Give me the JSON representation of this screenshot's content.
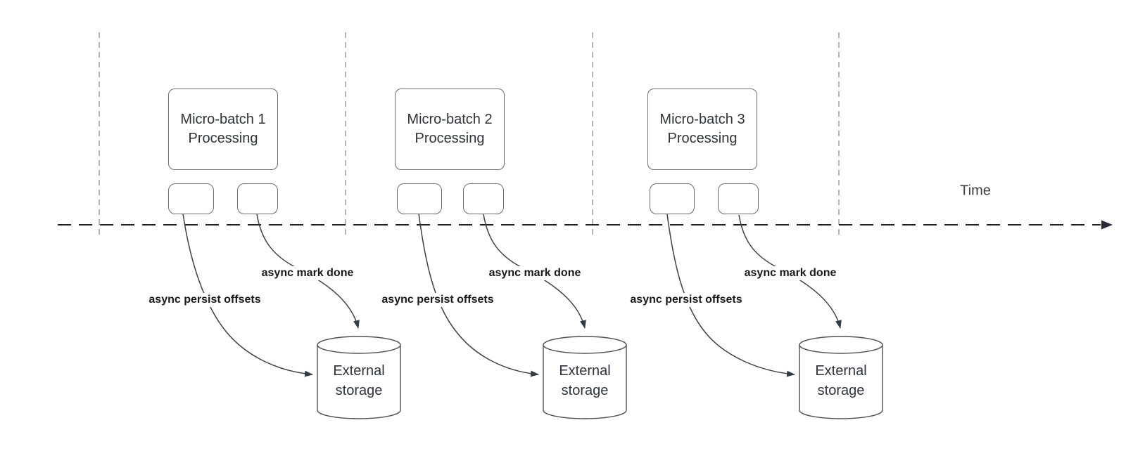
{
  "diagram": {
    "time_axis_label": "Time",
    "groups": [
      {
        "box_label": "Micro-batch 1 Processing",
        "persist_label": "async persist offsets",
        "markdone_label": "async mark done",
        "storage_label": "External storage"
      },
      {
        "box_label": "Micro-batch 2 Processing",
        "persist_label": "async persist offsets",
        "markdone_label": "async mark done",
        "storage_label": "External storage"
      },
      {
        "box_label": "Micro-batch 3 Processing",
        "persist_label": "async persist offsets",
        "markdone_label": "async mark done",
        "storage_label": "External storage"
      }
    ],
    "colors": {
      "background": "#ffffff",
      "box_stroke": "#6e6e6e",
      "cylinder_stroke": "#4f4f4f",
      "curve_stroke": "#3b4149",
      "arrowhead_fill": "#333a42",
      "timeline_stroke": "#202020",
      "guide_line_stroke": "#a9a9a9",
      "box_text": "#2f3237",
      "edge_label_text": "#191919"
    }
  }
}
